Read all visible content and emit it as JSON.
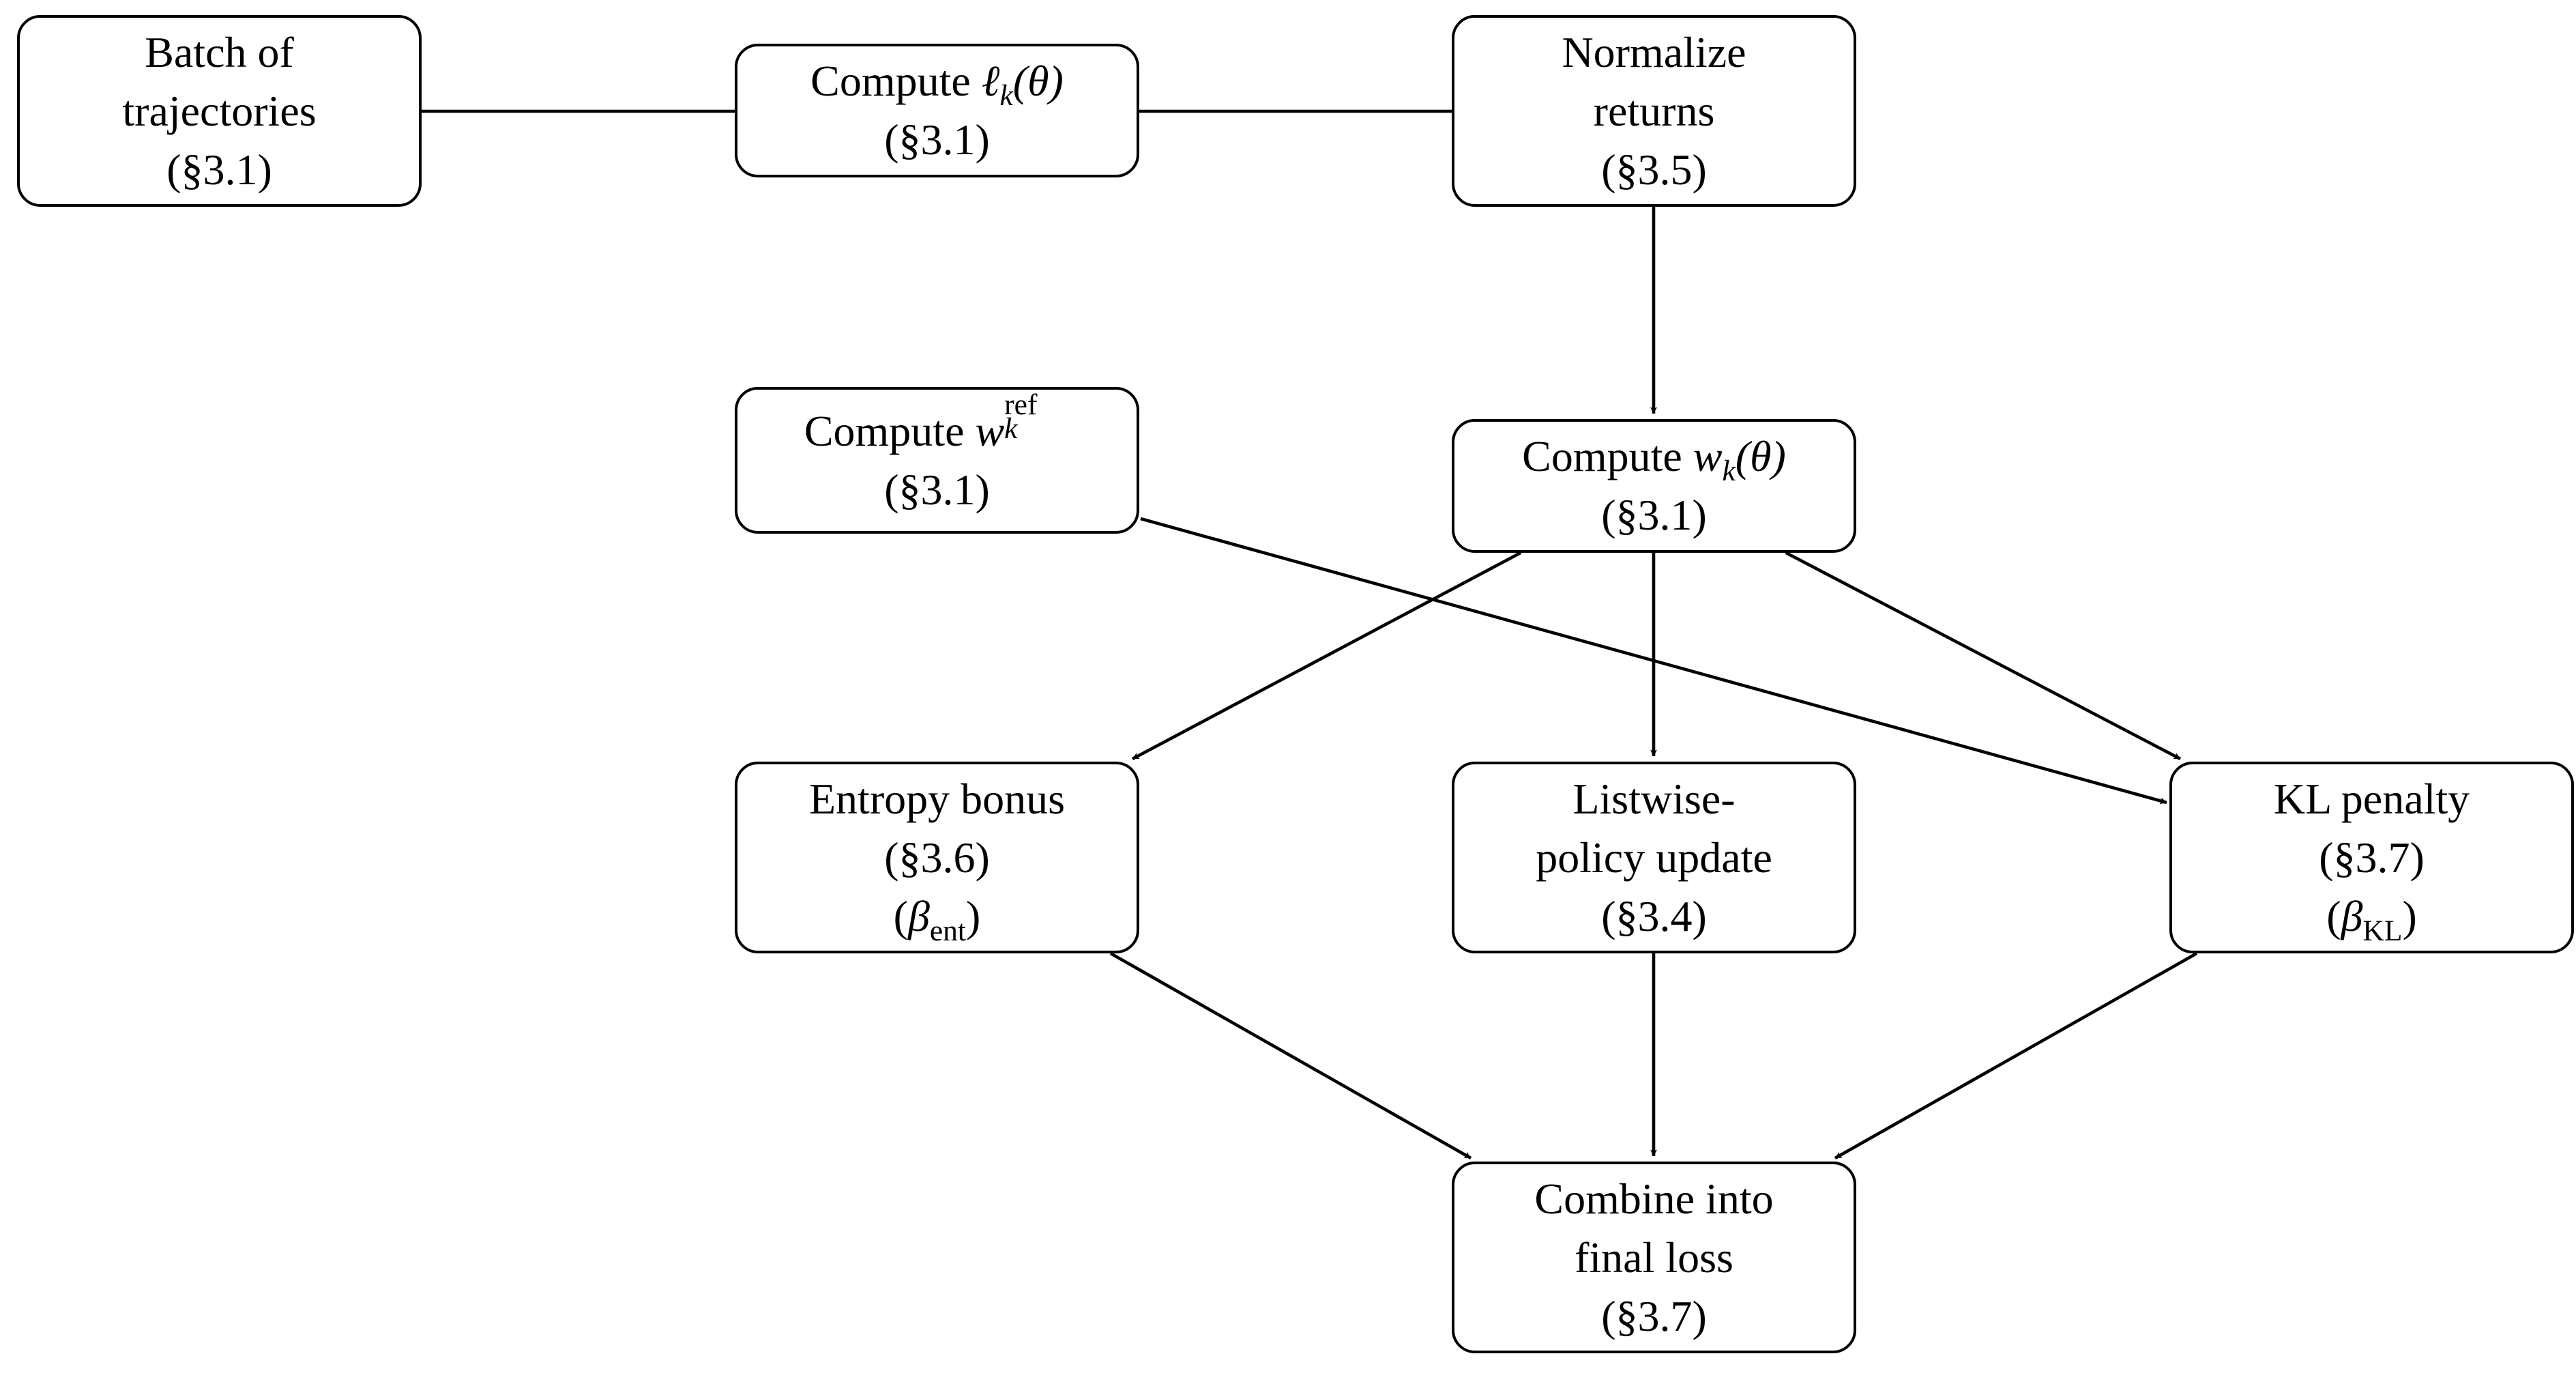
{
  "diagram": {
    "nodes": {
      "batch": {
        "line1": "Batch of",
        "line2": "trajectories",
        "line3": "(§3.1)"
      },
      "compute_ell": {
        "prefix": "Compute ",
        "symbol": "ℓ",
        "sub": "k",
        "arg": "(θ)",
        "line2": "(§3.1)"
      },
      "normalize": {
        "line1": "Normalize",
        "line2": "returns",
        "line3": "(§3.5)"
      },
      "compute_wref": {
        "prefix": "Compute ",
        "symbol": "w",
        "sup": "ref",
        "sub": "k",
        "line2": "(§3.1)"
      },
      "compute_wk": {
        "prefix": "Compute ",
        "symbol": "w",
        "sub": "k",
        "arg": "(θ)",
        "line2": "(§3.1)"
      },
      "entropy": {
        "line1": "Entropy bonus",
        "line2": "(§3.6)",
        "open": "(",
        "symbol": "β",
        "sub": "ent",
        "close": ")"
      },
      "listwise": {
        "line1": "Listwise-",
        "line2": "policy update",
        "line3": "(§3.4)"
      },
      "kl": {
        "line1": "KL penalty",
        "line2": "(§3.7)",
        "open": "(",
        "symbol": "β",
        "sub": "KL",
        "close": ")"
      },
      "combine": {
        "line1": "Combine into",
        "line2": "final loss",
        "line3": "(§3.7)"
      }
    },
    "edges": [
      {
        "from": "batch",
        "to": "compute_ell",
        "arrow": false
      },
      {
        "from": "compute_ell",
        "to": "normalize",
        "arrow": false
      },
      {
        "from": "normalize",
        "to": "compute_wk",
        "arrow": true
      },
      {
        "from": "compute_wk",
        "to": "entropy",
        "arrow": true
      },
      {
        "from": "compute_wk",
        "to": "listwise",
        "arrow": true
      },
      {
        "from": "compute_wk",
        "to": "kl",
        "arrow": true
      },
      {
        "from": "compute_wref",
        "to": "kl",
        "arrow": true
      },
      {
        "from": "entropy",
        "to": "combine",
        "arrow": true
      },
      {
        "from": "listwise",
        "to": "combine",
        "arrow": true
      },
      {
        "from": "kl",
        "to": "combine",
        "arrow": true
      }
    ],
    "colors": {
      "stroke": "#000000",
      "background": "#ffffff"
    }
  }
}
